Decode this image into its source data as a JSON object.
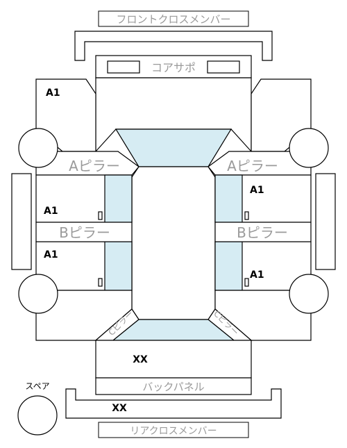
{
  "labels": {
    "front_cross_member": "フロントクロスメンバー",
    "core_support": "コアサポ",
    "a_pillar_left": "Aピラー",
    "a_pillar_right": "Aピラー",
    "b_pillar_left": "Bピラー",
    "b_pillar_right": "Bピラー",
    "back_panel": "バックパネル",
    "rear_cross_member": "リアクロスメンバー",
    "spare": "スペア",
    "c_pillar_left": "Cピラー",
    "c_pillar_right": "Cピラー"
  },
  "grades": {
    "front_left_fender": "A1",
    "front_left_door": "A1",
    "rear_left_door": "A1",
    "front_right_door": "A1",
    "rear_right_door": "A1",
    "trunk": "XX",
    "rear_bumper": "XX"
  },
  "colors": {
    "glass": "#d6ecf3",
    "line": "#000000",
    "label_grey": "#9a9a9a"
  }
}
